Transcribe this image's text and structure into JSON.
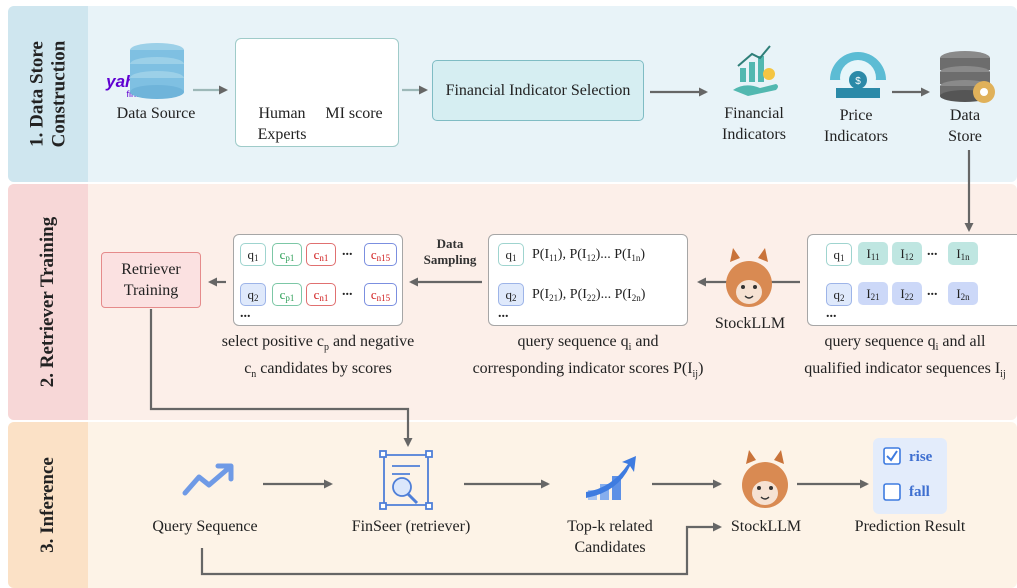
{
  "sections": {
    "s1": "1. Data Store\nConstruction",
    "s2": "2. Retriever Training",
    "s3": "3. Inference"
  },
  "stage1": {
    "logo_main": "yahoo!",
    "logo_sub": "finance",
    "data_source": "Data Source",
    "human_experts": "Human\nExperts",
    "mi_score": "MI score",
    "selection": "Financial Indicator Selection",
    "financial_indicators": "Financial\nIndicators",
    "price_indicators": "Price\nIndicators",
    "data_store": "Data\nStore"
  },
  "stage2": {
    "retriever_training": "Retriever\nTraining",
    "data_sampling": "Data\nSampling",
    "stockllm": "StockLLM",
    "caption_left_1": "select positive c",
    "caption_left_1_sub": "p",
    "caption_left_2": " and negative",
    "caption_left_3": "c",
    "caption_left_3_sub": "n",
    "caption_left_4": " candidates by scores",
    "caption_mid_1": "query sequence q",
    "caption_mid_1_sub": "i",
    "caption_mid_2": " and",
    "caption_mid_3": "corresponding indicator scores P(I",
    "caption_mid_3_sub": "ij",
    "caption_mid_4": ")",
    "caption_right_1": "query sequence q",
    "caption_right_1_sub": "i",
    "caption_right_2": "  and all",
    "caption_right_3": "qualified indicator sequences I",
    "caption_right_3_sub": "ij",
    "ellipsis": "...",
    "row_dots": "..."
  },
  "stage3": {
    "query_sequence": "Query Sequence",
    "finseer": "FinSeer (retriever)",
    "topk": "Top-k related\nCandidates",
    "stockllm": "StockLLM",
    "prediction": "Prediction Result",
    "rise": "rise",
    "fall": "fall"
  },
  "colors": {
    "band1": "#e8f3f8",
    "band1_label": "#cfe6ef",
    "band2": "#fcefe9",
    "band2_label": "#f7d7d7",
    "band3": "#fdf3e7",
    "band3_label": "#fbe1c6",
    "selection_fill": "#d6eef2",
    "arrow": "#666666",
    "accent_blue": "#3e7be0"
  },
  "icons": [
    "database-icon",
    "person-icon",
    "calculator-icon",
    "growth-hand-icon",
    "gauge-icon",
    "server-gear-icon",
    "llama-icon",
    "trend-arrow-icon",
    "document-search-icon",
    "bar-rise-icon",
    "checkbox-icon"
  ]
}
